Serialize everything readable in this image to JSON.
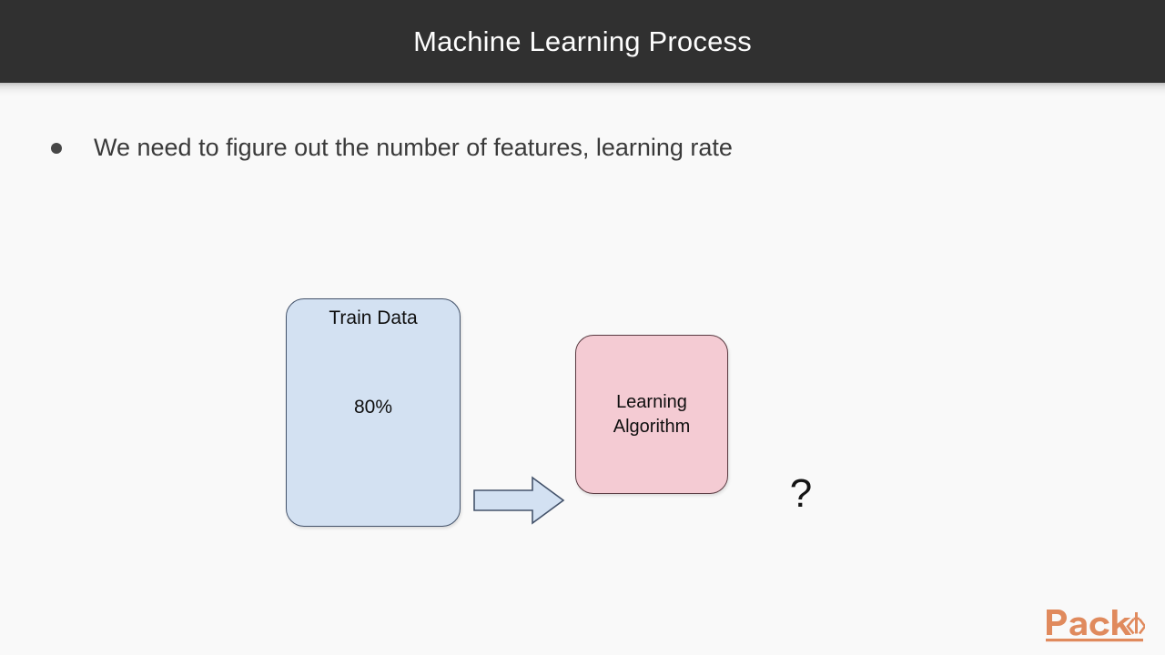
{
  "header": {
    "title": "Machine Learning Process",
    "background_color": "#303030",
    "text_color": "#fdfdfd"
  },
  "body": {
    "background_color": "#f9f9f9",
    "bullets": [
      {
        "marker": "bullet-dot",
        "text": "We need to figure out the number of features, learning rate"
      }
    ]
  },
  "diagram": {
    "train_box": {
      "title": "Train Data",
      "value": "80%",
      "fill_color": "#d3e1f2",
      "border_color": "#44536b"
    },
    "arrow": {
      "icon": "right-block-arrow-icon",
      "fill_color": "#d3e1f2",
      "border_color": "#44536b"
    },
    "algorithm_box": {
      "line1": "Learning",
      "line2": "Algorithm",
      "fill_color": "#f4cbd3",
      "border_color": "#5a3b42"
    },
    "unknown_marker": {
      "text": "?"
    }
  },
  "branding": {
    "logo_name": "packt-logo",
    "logo_text": "Packt",
    "logo_bracket_left": "‹",
    "logo_bracket_right": "›",
    "logo_color": "#e08a5d"
  }
}
